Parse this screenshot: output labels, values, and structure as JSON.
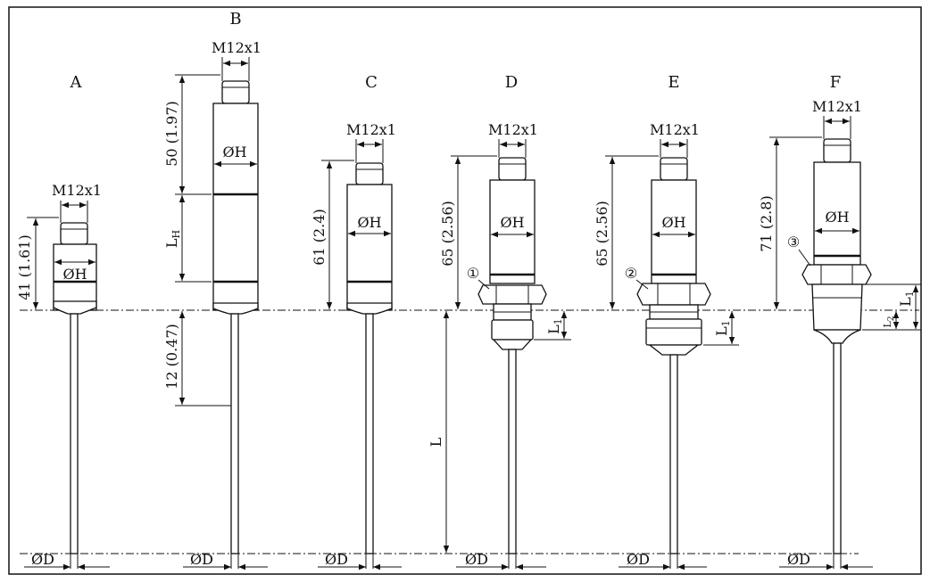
{
  "variants": [
    {
      "letter": "A",
      "thread": "M12x1",
      "head_dim": "41 (1.61)",
      "diameter_h": "ØH",
      "diameter_d": "ØD"
    },
    {
      "letter": "B",
      "thread": "M12x1",
      "head_dim": "50 (1.97)",
      "lh": "L",
      "lh_sub": "H",
      "neck_dim": "12 (0.47)",
      "diameter_h": "ØH",
      "diameter_d": "ØD"
    },
    {
      "letter": "C",
      "thread": "M12x1",
      "head_dim": "61 (2.4)",
      "diameter_h": "ØH",
      "diameter_d": "ØD"
    },
    {
      "letter": "D",
      "thread": "M12x1",
      "head_dim": "65 (2.56)",
      "marker": "①",
      "l1": "L",
      "l1_sub": "1",
      "length": "L",
      "diameter_h": "ØH",
      "diameter_d": "ØD"
    },
    {
      "letter": "E",
      "thread": "M12x1",
      "head_dim": "65 (2.56)",
      "marker": "②",
      "l1": "L",
      "l1_sub": "1",
      "diameter_h": "ØH",
      "diameter_d": "ØD"
    },
    {
      "letter": "F",
      "thread": "M12x1",
      "head_dim": "71 (2.8)",
      "marker": "③",
      "l1": "L",
      "l1_sub": "1",
      "l2": "L",
      "l2_sub": "2",
      "diameter_h": "ØH",
      "diameter_d": "ØD"
    }
  ]
}
